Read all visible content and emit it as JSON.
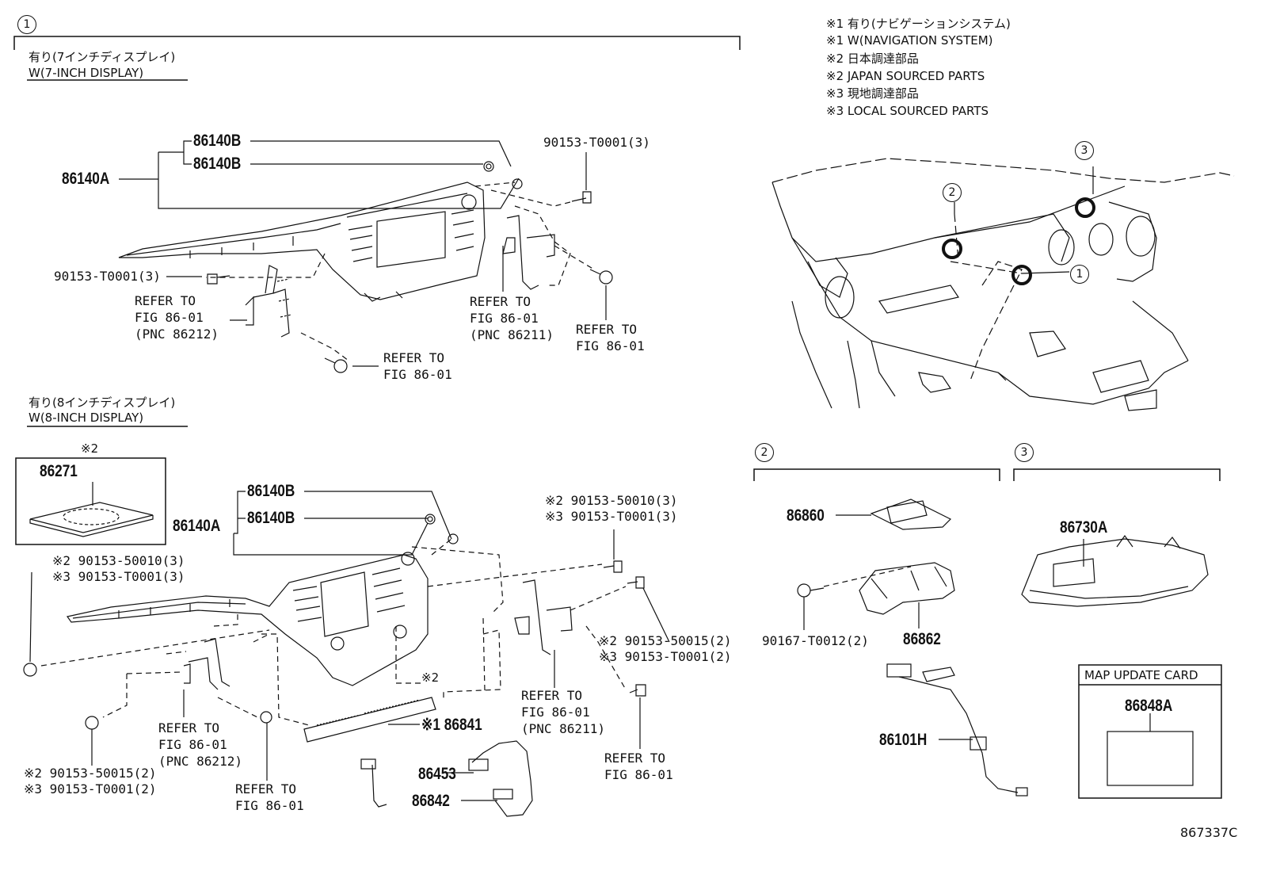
{
  "sections": {
    "s1": {
      "circle": "1",
      "hdr_jp": "有り(7インチディスプレイ)",
      "hdr_en": "W(7-INCH DISPLAY)"
    },
    "s1b": {
      "hdr_jp": "有り(8インチディスプレイ)",
      "hdr_en": "W(8-INCH DISPLAY)"
    },
    "s2": {
      "circle": "2"
    },
    "s3": {
      "circle": "3"
    }
  },
  "notes": [
    "※1 有り(ナビゲーションシステム)",
    "※1 W(NAVIGATION SYSTEM)",
    "※2 日本調達部品",
    "※2 JAPAN SOURCED PARTS",
    "※3 現地調達部品",
    "※3 LOCAL SOURCED PARTS"
  ],
  "locator_markers": [
    "1",
    "2",
    "3"
  ],
  "top": {
    "p86140A": "86140A",
    "p86140B_1": "86140B",
    "p86140B_2": "86140B",
    "bolt_right": "90153-T0001(3)",
    "bolt_left": "90153-T0001(3)",
    "ref_left": "REFER TO\nFIG 86-01\n(PNC 86212)",
    "ref_mid": "REFER TO\nFIG 86-01\n(PNC 86211)",
    "ref_right": "REFER TO\nFIG 86-01",
    "ref_bottom": "REFER TO\nFIG 86-01"
  },
  "bottom": {
    "note2": "※2",
    "p86271": "86271",
    "p86140A": "86140A",
    "p86140B_1": "86140B",
    "p86140B_2": "86140B",
    "bolt_tr_1": "※2 90153-50010(3)",
    "bolt_tr_2": "※3 90153-T0001(3)",
    "bolt_l_1": "※2 90153-50010(3)",
    "bolt_l_2": "※3 90153-T0001(3)",
    "bolt_r_1": "※2 90153-50015(2)",
    "bolt_r_2": "※3 90153-T0001(2)",
    "bolt_bl_1": "※2 90153-50015(2)",
    "bolt_bl_2": "※3 90153-T0001(2)",
    "center_note": "※2",
    "p86841": "※1 86841",
    "p86453": "86453",
    "p86842": "86842",
    "ref_mid": "REFER TO\nFIG 86-01\n(PNC 86211)",
    "ref_left": "REFER TO\nFIG 86-01\n(PNC 86212)",
    "ref_bottom": "REFER TO\nFIG 86-01",
    "ref_right": "REFER TO\nFIG 86-01"
  },
  "section2": {
    "p86860": "86860",
    "p86862": "86862",
    "bolt": "90167-T0012(2)",
    "p86101H": "86101H"
  },
  "section3": {
    "p86730A": "86730A",
    "map_card_title": "MAP UPDATE CARD",
    "p86848A": "86848A"
  },
  "figure_code": "867337C"
}
